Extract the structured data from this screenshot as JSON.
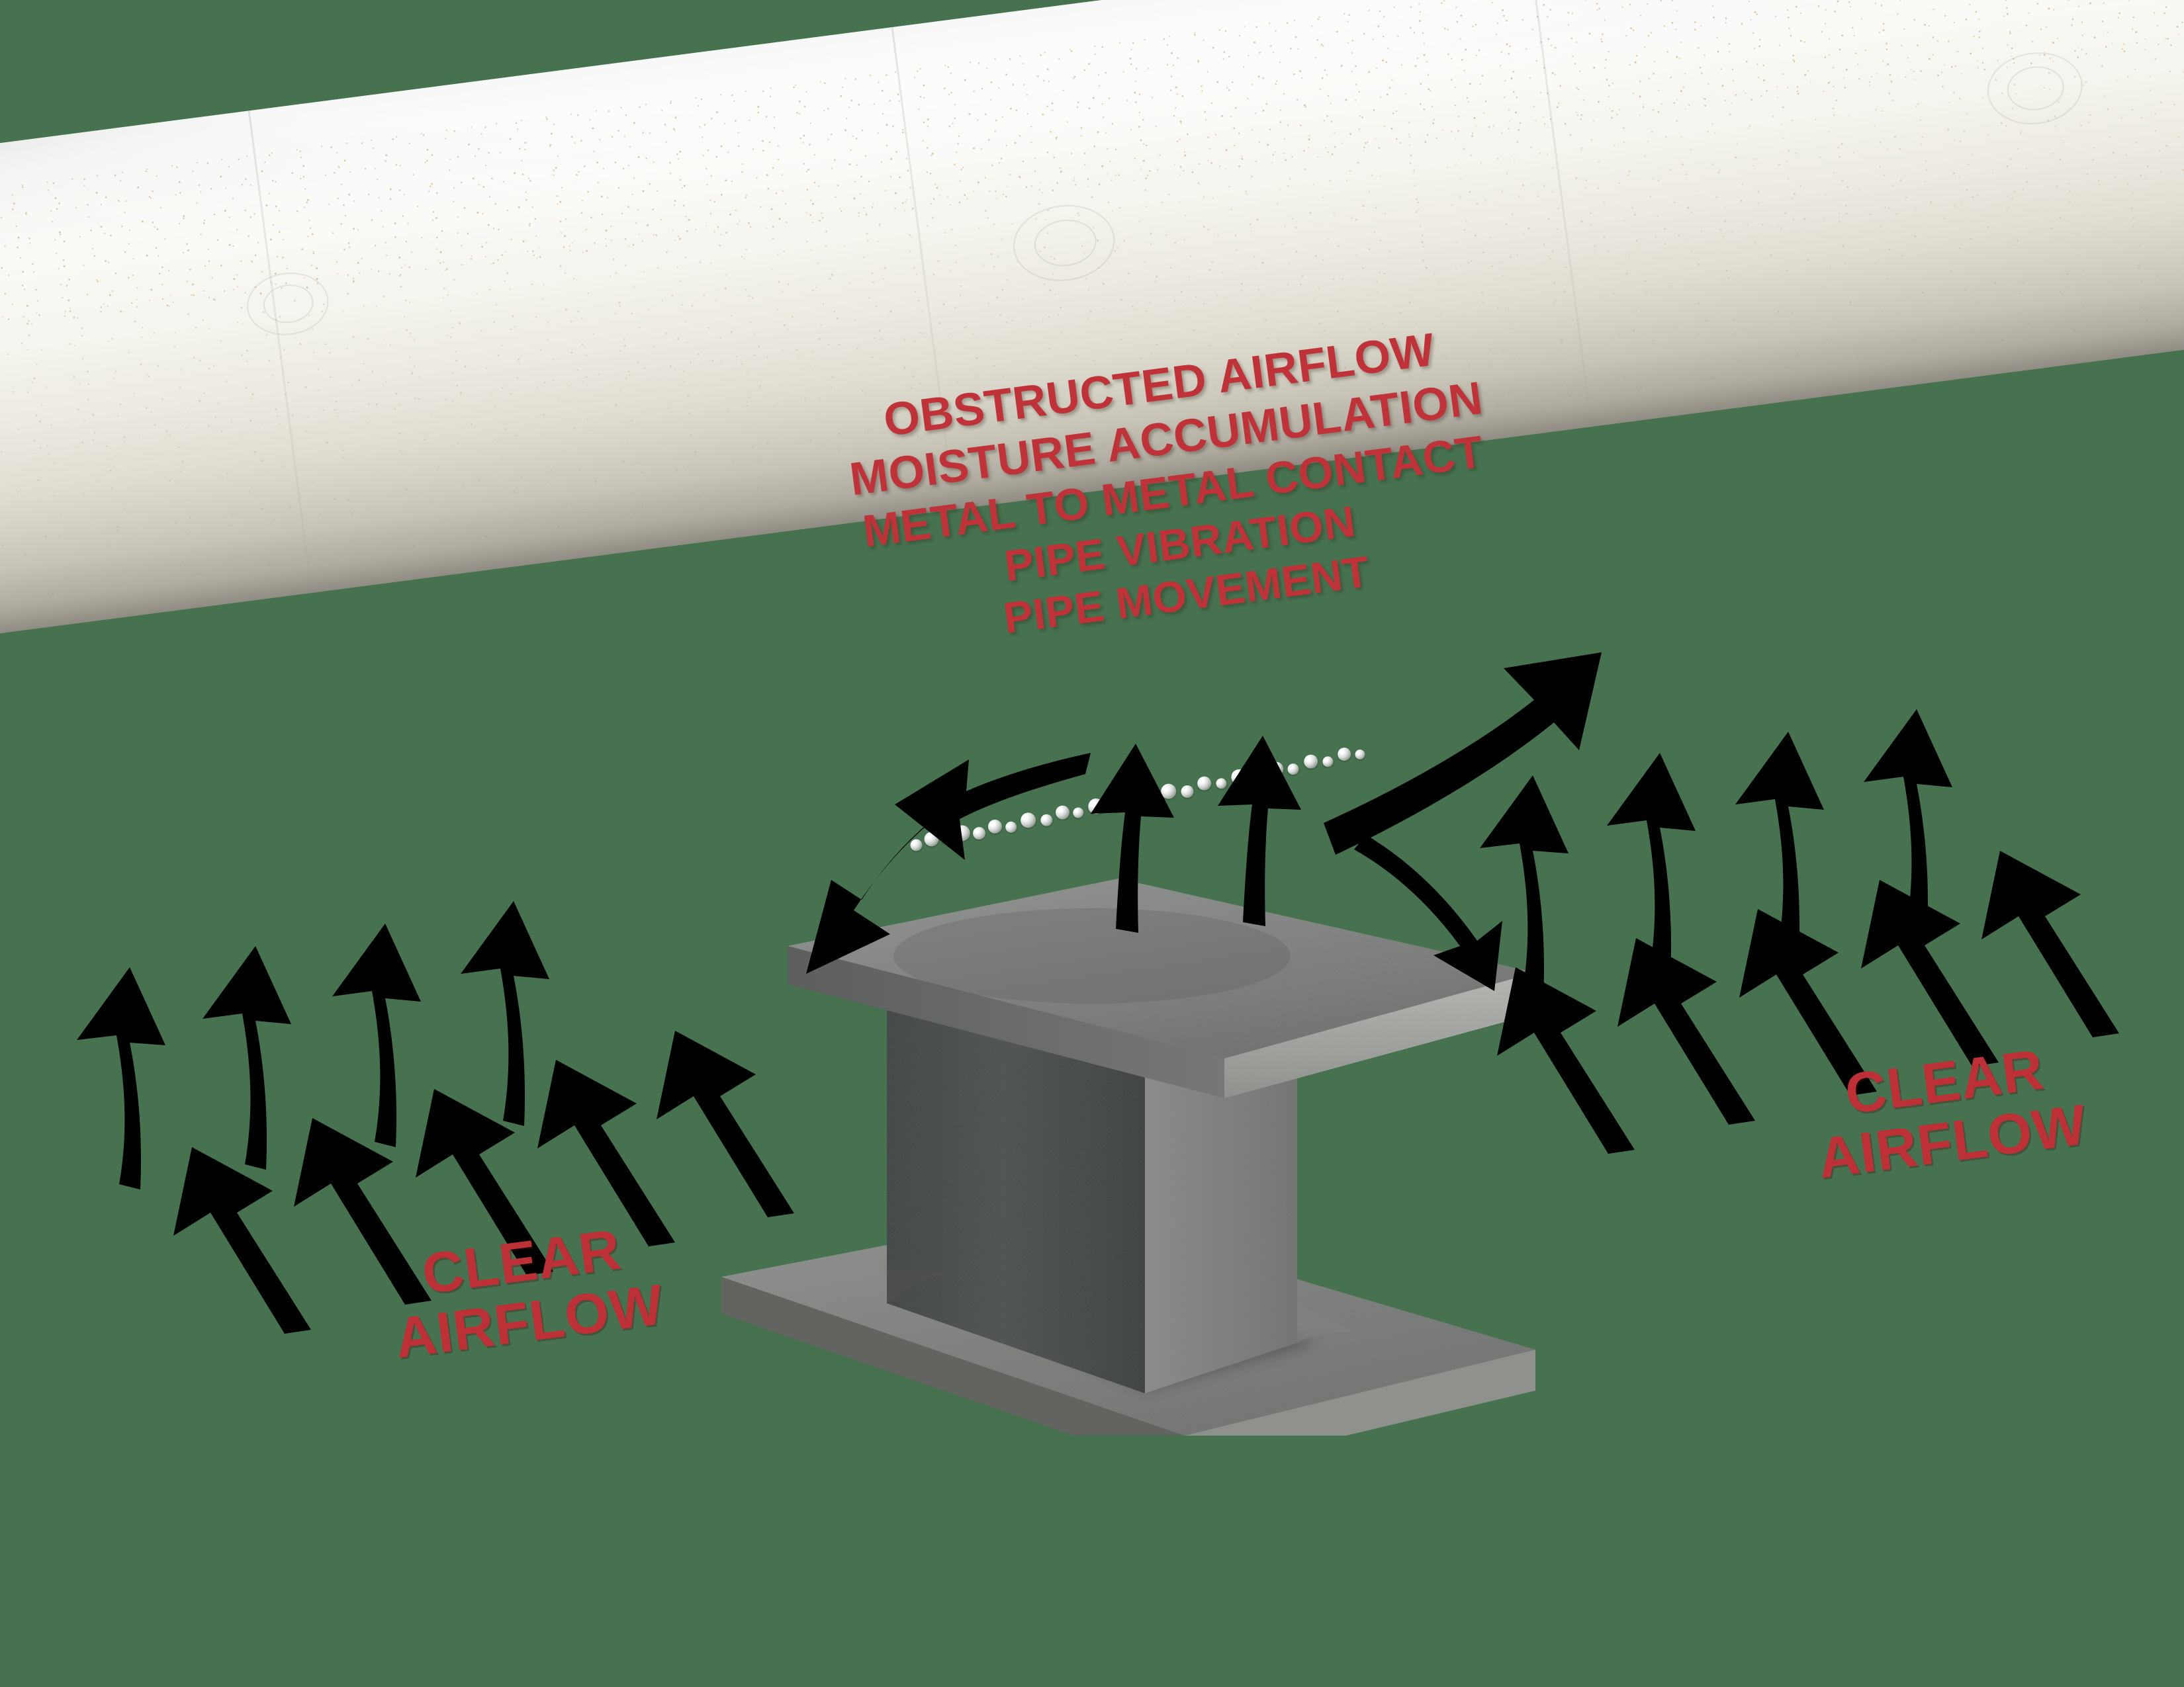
{
  "background_color": "#46724f",
  "palette": {
    "accent_red": "#bf3338",
    "arrow_black": "#000000",
    "beam_steel_light": "#9a9c9a",
    "beam_steel_mid": "#6f7270",
    "beam_steel_dark": "#3f4242",
    "pipe_white": "#f4f3ec",
    "rust_spot": "#b98b50"
  },
  "illustration": {
    "title": "Pipe resting directly on steel I-beam support",
    "pipe": {
      "name": "insulated-pipe",
      "surface": "weathered white pipe with rust speckling",
      "orientation_deg": -7.4
    },
    "support": {
      "name": "steel-i-beam",
      "finish": "galvanized rough steel",
      "parts": [
        "top-flange",
        "web",
        "bottom-flange"
      ]
    },
    "contact_point": {
      "name": "metal-to-metal-contact-zone",
      "detail": "condensation beads / moisture accumulation at pipe-to-beam interface"
    }
  },
  "warnings": {
    "heading_group": "obstructed-zone-problems",
    "lines": [
      "OBSTRUCTED AIRFLOW",
      "MOISTURE ACCUMULATION",
      "METAL TO METAL CONTACT",
      "PIPE VIBRATION",
      "PIPE MOVEMENT"
    ]
  },
  "callouts": {
    "left": {
      "line1": "CLEAR",
      "line2": "AIRFLOW"
    },
    "right": {
      "line1": "CLEAR",
      "line2": "AIRFLOW"
    }
  },
  "airflow": {
    "left_group": {
      "name": "clear-airflow-left",
      "back_row_arrow_count": 4,
      "front_row_arrow_count": 5,
      "direction": "upward into pipe underside"
    },
    "right_group": {
      "name": "clear-airflow-right",
      "back_row_arrow_count": 4,
      "front_row_arrow_count": 5,
      "direction": "upward into pipe underside"
    },
    "obstructed_group": {
      "name": "obstructed-airflow-center",
      "arrow_count": 6,
      "direction": "deflected sideways around the beam"
    }
  }
}
